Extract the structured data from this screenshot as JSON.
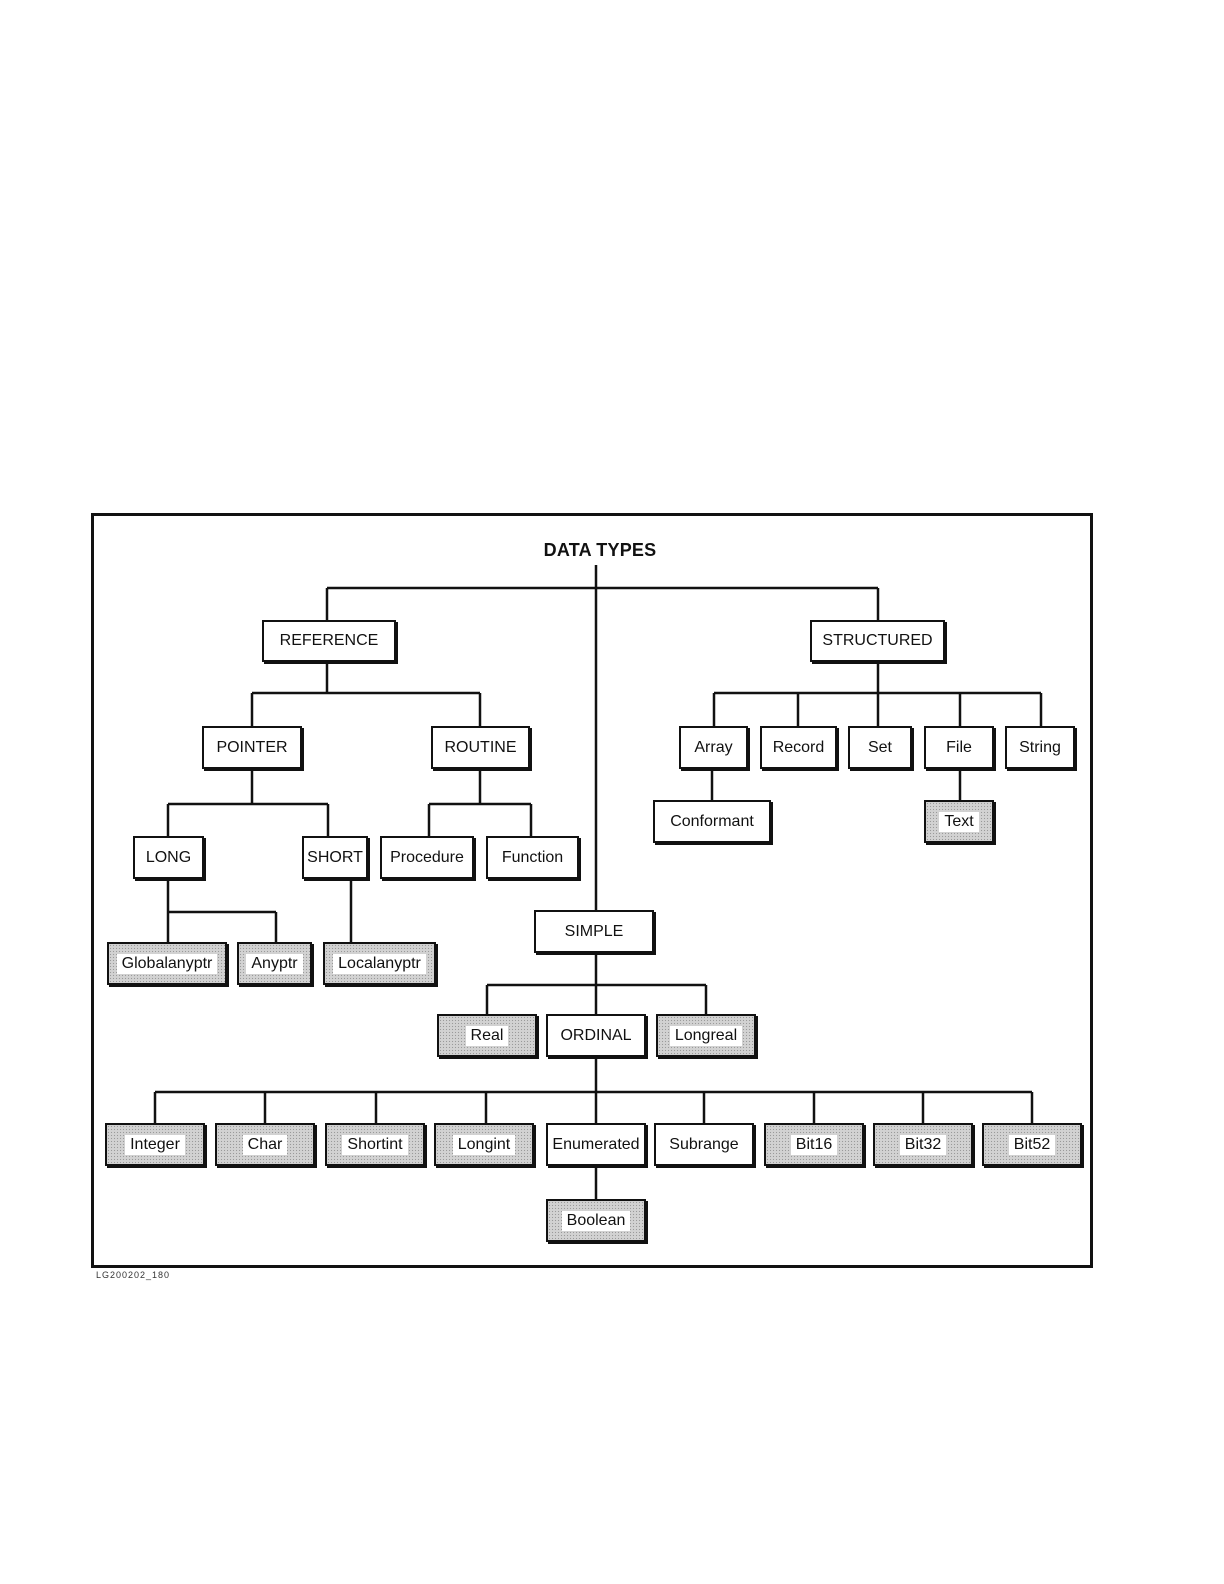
{
  "diagram": {
    "title": "DATA TYPES",
    "figure_id": "LG200202_180",
    "nodes": {
      "reference": "REFERENCE",
      "structured": "STRUCTURED",
      "pointer": "POINTER",
      "routine": "ROUTINE",
      "long": "LONG",
      "short": "SHORT",
      "procedure": "Procedure",
      "function": "Function",
      "globalanyptr": "Globalanyptr",
      "anyptr": "Anyptr",
      "localanyptr": "Localanyptr",
      "array": "Array",
      "record": "Record",
      "set": "Set",
      "file": "File",
      "string": "String",
      "conformant": "Conformant",
      "text": "Text",
      "simple": "SIMPLE",
      "real": "Real",
      "ordinal": "ORDINAL",
      "longreal": "Longreal",
      "integer": "Integer",
      "char": "Char",
      "shortint": "Shortint",
      "longint": "Longint",
      "enumerated": "Enumerated",
      "subrange": "Subrange",
      "bit16": "Bit16",
      "bit32": "Bit32",
      "bit52": "Bit52",
      "boolean": "Boolean"
    },
    "predefined_nodes": [
      "globalanyptr",
      "anyptr",
      "localanyptr",
      "text",
      "real",
      "longreal",
      "integer",
      "char",
      "shortint",
      "longint",
      "bit16",
      "bit32",
      "bit52",
      "boolean"
    ],
    "edges": [
      [
        "root",
        "reference"
      ],
      [
        "root",
        "structured"
      ],
      [
        "root",
        "simple"
      ],
      [
        "reference",
        "pointer"
      ],
      [
        "reference",
        "routine"
      ],
      [
        "pointer",
        "long"
      ],
      [
        "pointer",
        "short"
      ],
      [
        "long",
        "globalanyptr"
      ],
      [
        "long",
        "anyptr"
      ],
      [
        "short",
        "localanyptr"
      ],
      [
        "routine",
        "procedure"
      ],
      [
        "routine",
        "function"
      ],
      [
        "structured",
        "array"
      ],
      [
        "structured",
        "record"
      ],
      [
        "structured",
        "set"
      ],
      [
        "structured",
        "file"
      ],
      [
        "structured",
        "string"
      ],
      [
        "array",
        "conformant"
      ],
      [
        "file",
        "text"
      ],
      [
        "simple",
        "real"
      ],
      [
        "simple",
        "ordinal"
      ],
      [
        "simple",
        "longreal"
      ],
      [
        "ordinal",
        "integer"
      ],
      [
        "ordinal",
        "char"
      ],
      [
        "ordinal",
        "shortint"
      ],
      [
        "ordinal",
        "longint"
      ],
      [
        "ordinal",
        "enumerated"
      ],
      [
        "ordinal",
        "subrange"
      ],
      [
        "ordinal",
        "bit16"
      ],
      [
        "ordinal",
        "bit32"
      ],
      [
        "ordinal",
        "bit52"
      ],
      [
        "enumerated",
        "boolean"
      ]
    ]
  }
}
